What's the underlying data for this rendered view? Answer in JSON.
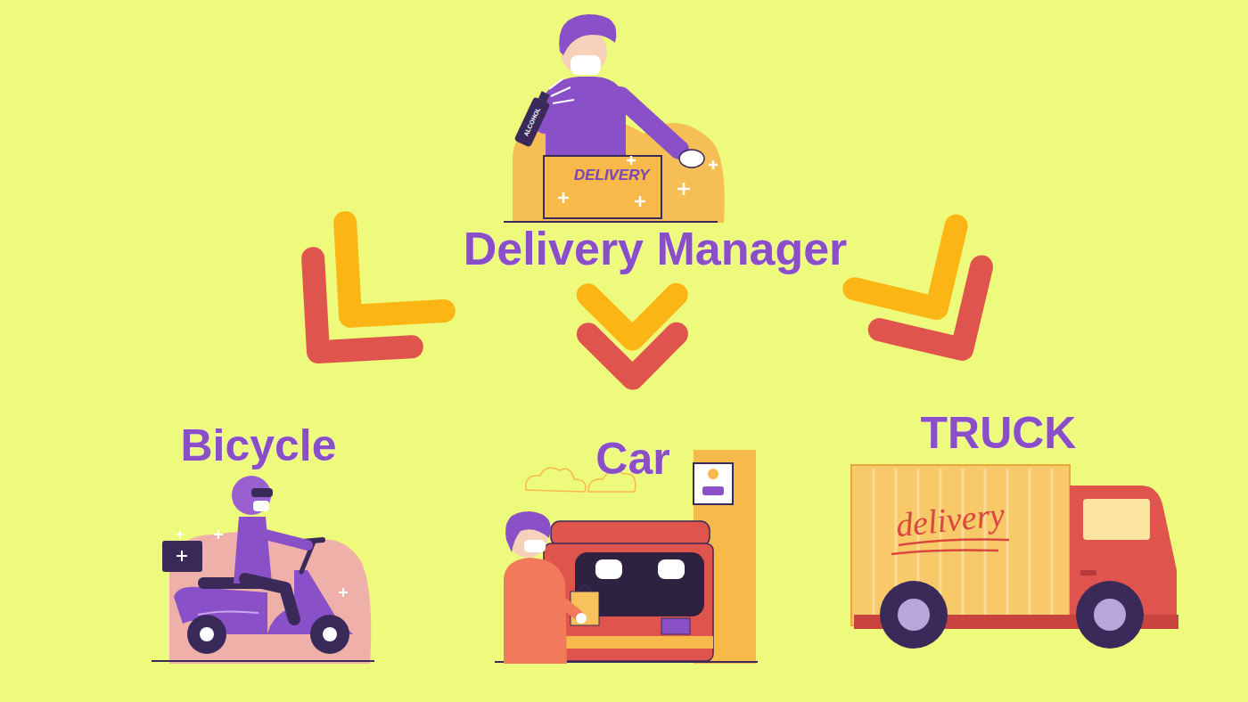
{
  "diagram": {
    "nodes": [
      {
        "text": [
          "Delivery Manager"
        ]
      },
      {
        "text": [
          "Bicycle"
        ]
      },
      {
        "text": [
          "Car"
        ]
      },
      {
        "text": [
          "TRUCK"
        ]
      }
    ],
    "edges": [
      {
        "from": 0,
        "to": 1,
        "arrow": "to"
      },
      {
        "from": 0,
        "to": 2,
        "arrow": "to"
      },
      {
        "from": 0,
        "to": 3,
        "arrow": "to"
      }
    ],
    "labels": [
      "ALCOHOL",
      "DELIVERY",
      "delivery"
    ]
  }
}
